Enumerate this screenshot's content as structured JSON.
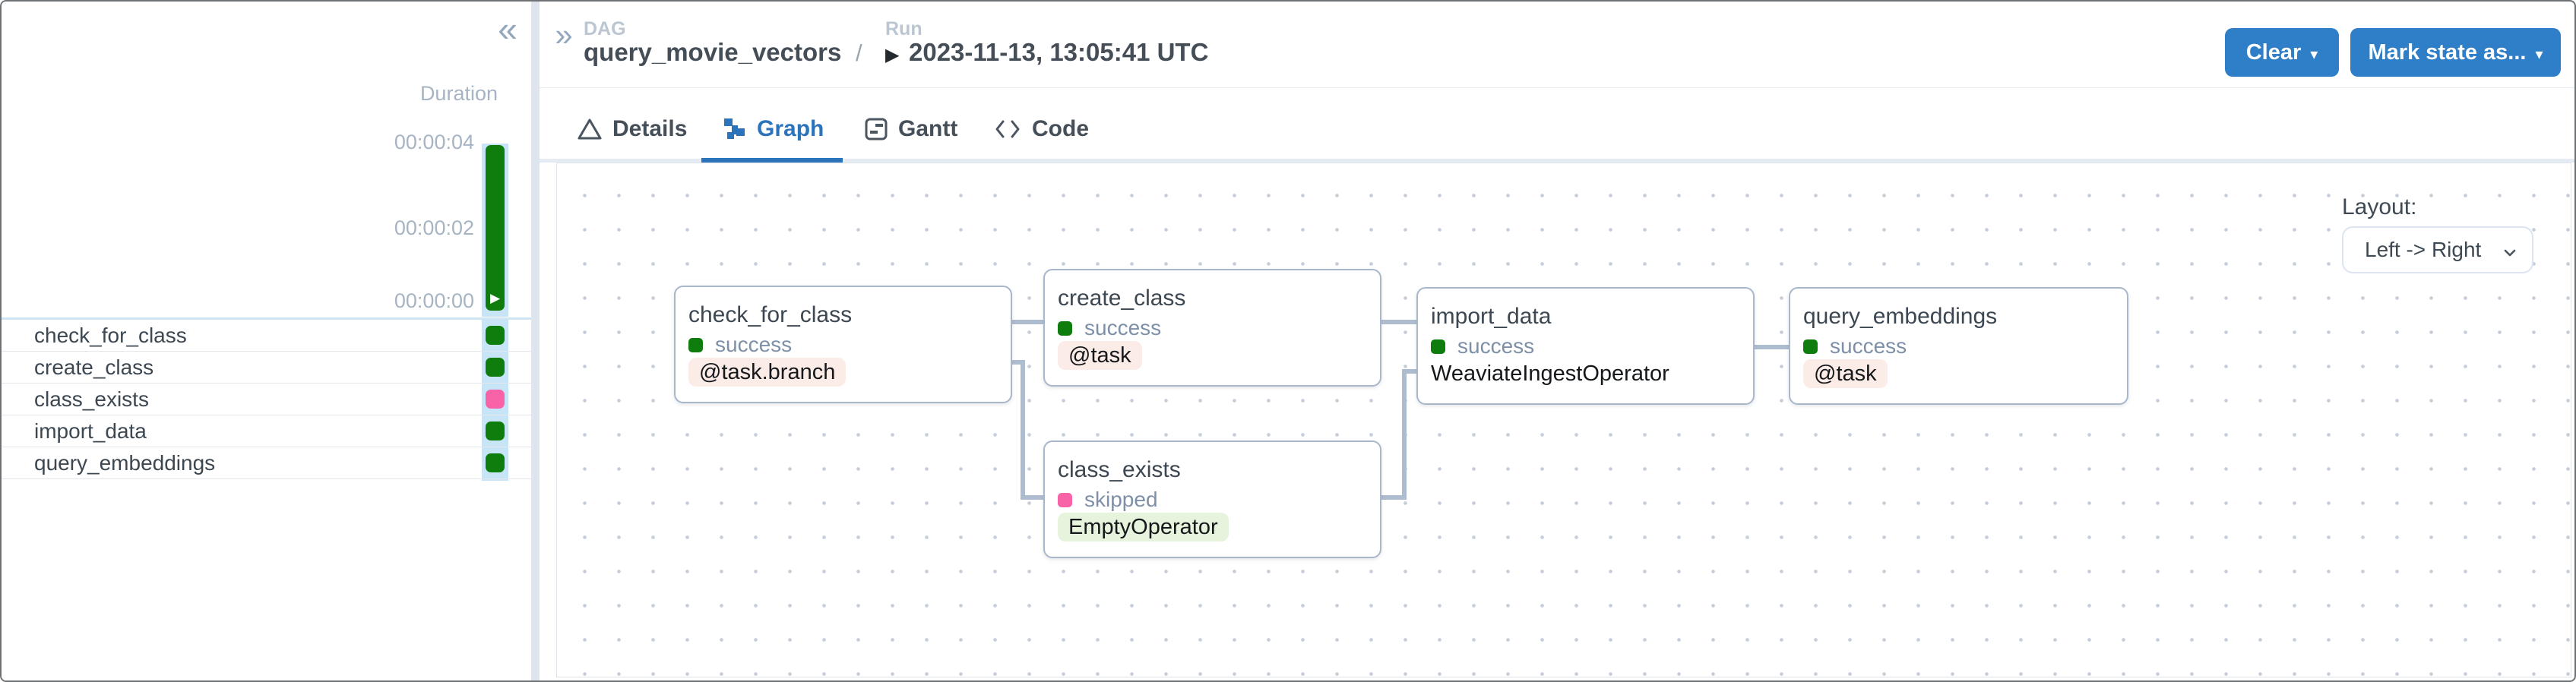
{
  "icons": {
    "collapse": "«",
    "expand": "»",
    "play": "▶",
    "caret": "▾"
  },
  "sidebar": {
    "duration_label": "Duration",
    "axis_ticks": [
      "00:00:04",
      "00:00:02",
      "00:00:00"
    ],
    "bar": {
      "state": "success",
      "approx_duration_seconds": 4
    },
    "tasks": [
      {
        "name": "check_for_class",
        "state": "success"
      },
      {
        "name": "create_class",
        "state": "success"
      },
      {
        "name": "class_exists",
        "state": "skipped"
      },
      {
        "name": "import_data",
        "state": "success"
      },
      {
        "name": "query_embeddings",
        "state": "success"
      }
    ]
  },
  "header": {
    "dag_label": "DAG",
    "dag_name": "query_movie_vectors",
    "separator": "/",
    "run_label": "Run",
    "run_timestamp": "2023-11-13, 13:05:41 UTC",
    "buttons": [
      {
        "label": "Clear"
      },
      {
        "label": "Mark state as..."
      }
    ]
  },
  "tabs": [
    {
      "label": "Details",
      "active": false
    },
    {
      "label": "Graph",
      "active": true
    },
    {
      "label": "Gantt",
      "active": false
    },
    {
      "label": "Code",
      "active": false
    }
  ],
  "graph": {
    "layout_label": "Layout:",
    "layout_value": "Left -> Right",
    "nodes": [
      {
        "title": "check_for_class",
        "state": "success",
        "operator": "@task.branch",
        "operator_style": "task"
      },
      {
        "title": "create_class",
        "state": "success",
        "operator": "@task",
        "operator_style": "task"
      },
      {
        "title": "class_exists",
        "state": "skipped",
        "operator": "EmptyOperator",
        "operator_style": "empty"
      },
      {
        "title": "import_data",
        "state": "success",
        "operator": "WeaviateIngestOperator",
        "operator_style": "plain"
      },
      {
        "title": "query_embeddings",
        "state": "success",
        "operator": "@task",
        "operator_style": "task"
      }
    ],
    "edges": [
      {
        "from": "check_for_class",
        "to": "create_class"
      },
      {
        "from": "check_for_class",
        "to": "class_exists"
      },
      {
        "from": "create_class",
        "to": "import_data"
      },
      {
        "from": "class_exists",
        "to": "import_data"
      },
      {
        "from": "import_data",
        "to": "query_embeddings"
      }
    ]
  },
  "colors": {
    "success": "#0e7d0e",
    "skipped": "#f863a8",
    "accent_blue": "#2e7fc7",
    "tab_active_blue": "#2b73ba",
    "badge_task_bg": "#fcece7",
    "badge_empty_bg": "#e6f3dd",
    "sidebar_column_bg": "#c8e4f7",
    "edge": "#aebccf"
  }
}
